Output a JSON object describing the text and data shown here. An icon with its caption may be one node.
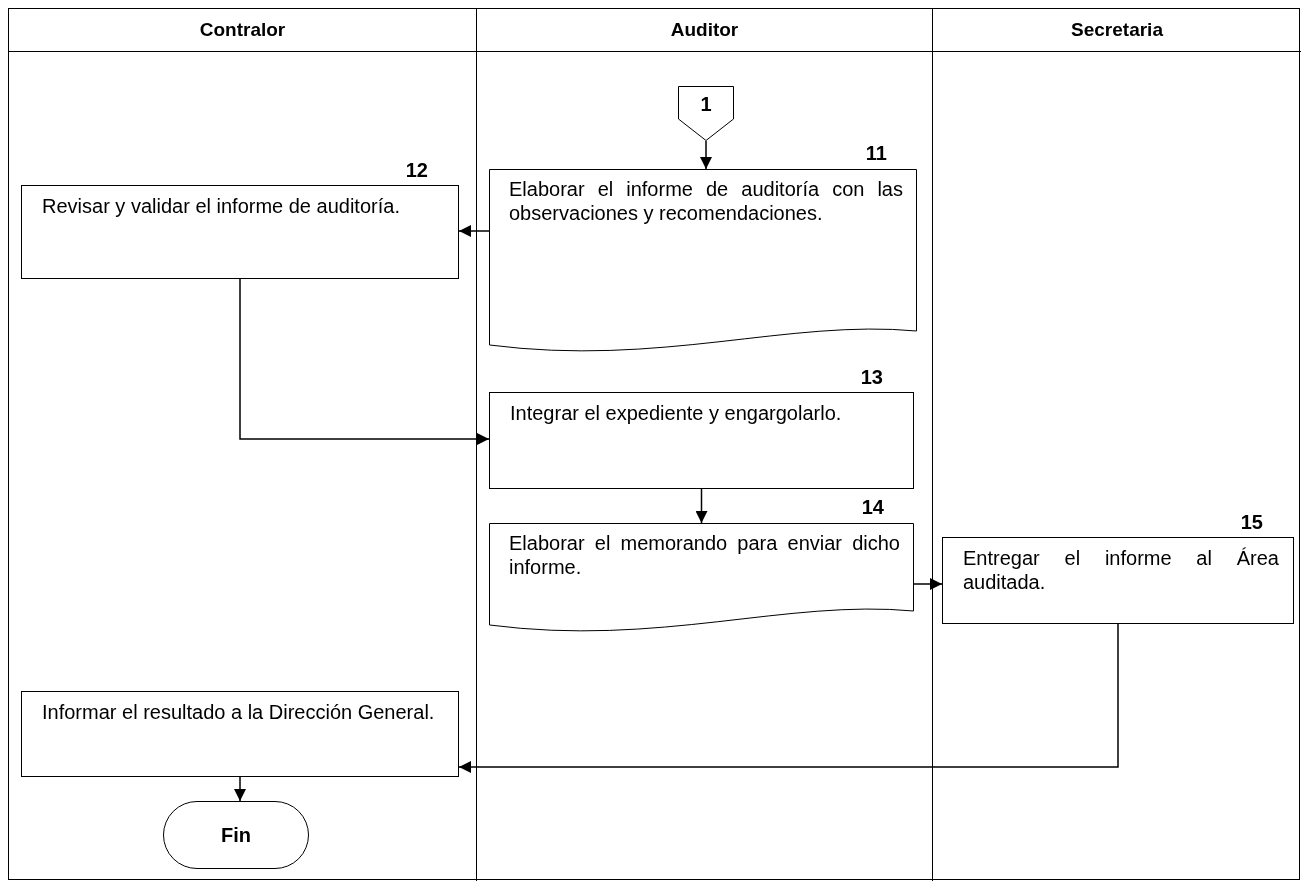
{
  "diagram": {
    "nodes": [
      {
        "text": [
          "Contralor"
        ]
      },
      {
        "text": [
          "Auditor"
        ]
      },
      {
        "text": [
          "Secretaria"
        ]
      },
      {
        "text": [
          "1"
        ],
        "in": 1
      },
      {
        "text": [
          "Elaborar el informe de auditoría con las observaciones y recomendaciones."
        ],
        "in": 1,
        "beside": [
          "11"
        ]
      },
      {
        "text": [
          "Revisar y validar el informe de auditoría."
        ],
        "in": 0,
        "beside": [
          "12"
        ]
      },
      {
        "text": [
          "Integrar el expediente y engargolarlo."
        ],
        "in": 1,
        "beside": [
          "13"
        ]
      },
      {
        "text": [
          "Elaborar el memorando para enviar dicho informe."
        ],
        "in": 1,
        "beside": [
          "14"
        ]
      },
      {
        "text": [
          "Entregar el informe al Área auditada."
        ],
        "in": 2,
        "beside": [
          "15"
        ]
      },
      {
        "text": [
          "Informar el resultado a la Dirección General."
        ],
        "in": 0
      },
      {
        "text": [
          "Fin"
        ],
        "in": 0
      }
    ],
    "edges": [
      {
        "from": 3,
        "to": 4,
        "arrow": "to"
      },
      {
        "from": 4,
        "to": 5,
        "arrow": "to"
      },
      {
        "from": 5,
        "to": 6,
        "arrow": "to"
      },
      {
        "from": 6,
        "to": 7,
        "arrow": "to"
      },
      {
        "from": 7,
        "to": 8,
        "arrow": "to"
      },
      {
        "from": 8,
        "to": 9,
        "arrow": "to"
      },
      {
        "from": 9,
        "to": 10,
        "arrow": "to"
      }
    ]
  }
}
